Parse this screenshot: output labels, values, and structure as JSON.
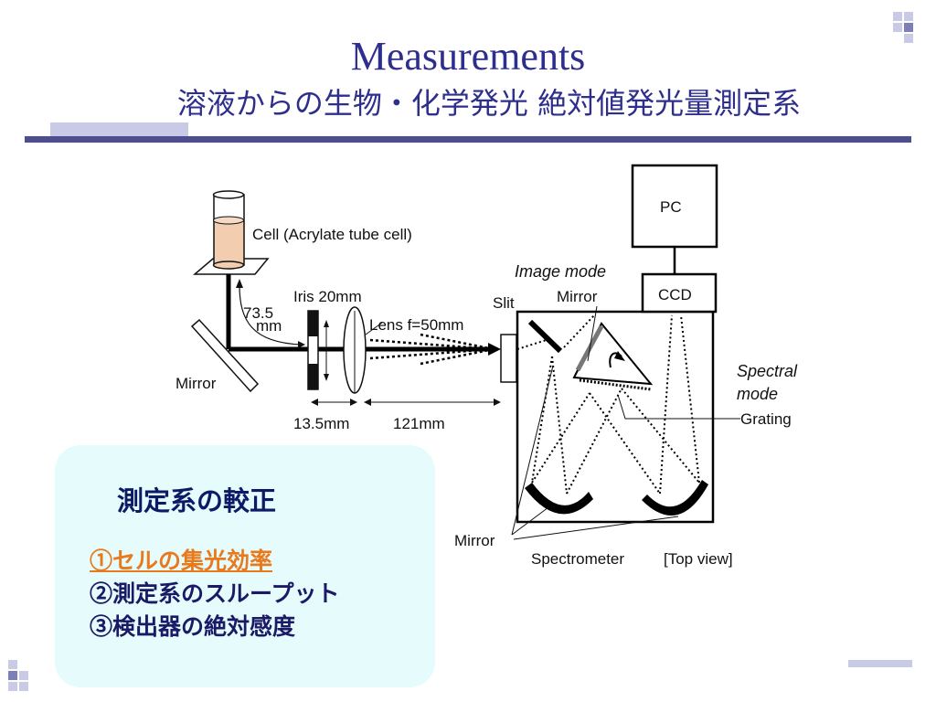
{
  "slide": {
    "title": "Measurements",
    "subtitle": "溶液からの生物・化学発光 絶対値発光量測定系"
  },
  "diagram": {
    "labels": {
      "cell": "Cell (Acrylate tube cell)",
      "distance_cell_mirror_1": "73.5",
      "distance_cell_mirror_2": "mm",
      "iris": "Iris 20mm",
      "lens": "Lens f=50mm",
      "mirror_left": "Mirror",
      "dist_iris_lens": "13.5mm",
      "dist_lens_slit": "121mm",
      "slit": "Slit",
      "image_mode": "Image mode",
      "mirror_top": "Mirror",
      "pc": "PC",
      "ccd": "CCD",
      "spectral_mode_1": "Spectral",
      "spectral_mode_2": "mode",
      "grating": "Grating",
      "mirror_bottom": "Mirror",
      "spectrometer": "Spectrometer",
      "top_view": "[Top view]"
    }
  },
  "callout": {
    "heading": "測定系の較正",
    "items": [
      {
        "text": "①セルの集光効率 ",
        "active": true
      },
      {
        "text": "②測定系のスループット",
        "active": false
      },
      {
        "text": "③検出器の絶対感度",
        "active": false
      }
    ]
  },
  "colors": {
    "title": "#2e2e8c",
    "rule": "#4d4d8f",
    "accent_light": "#c9cbe6",
    "callout_bg": "#e6fbfc",
    "active_item": "#e87a1c"
  }
}
